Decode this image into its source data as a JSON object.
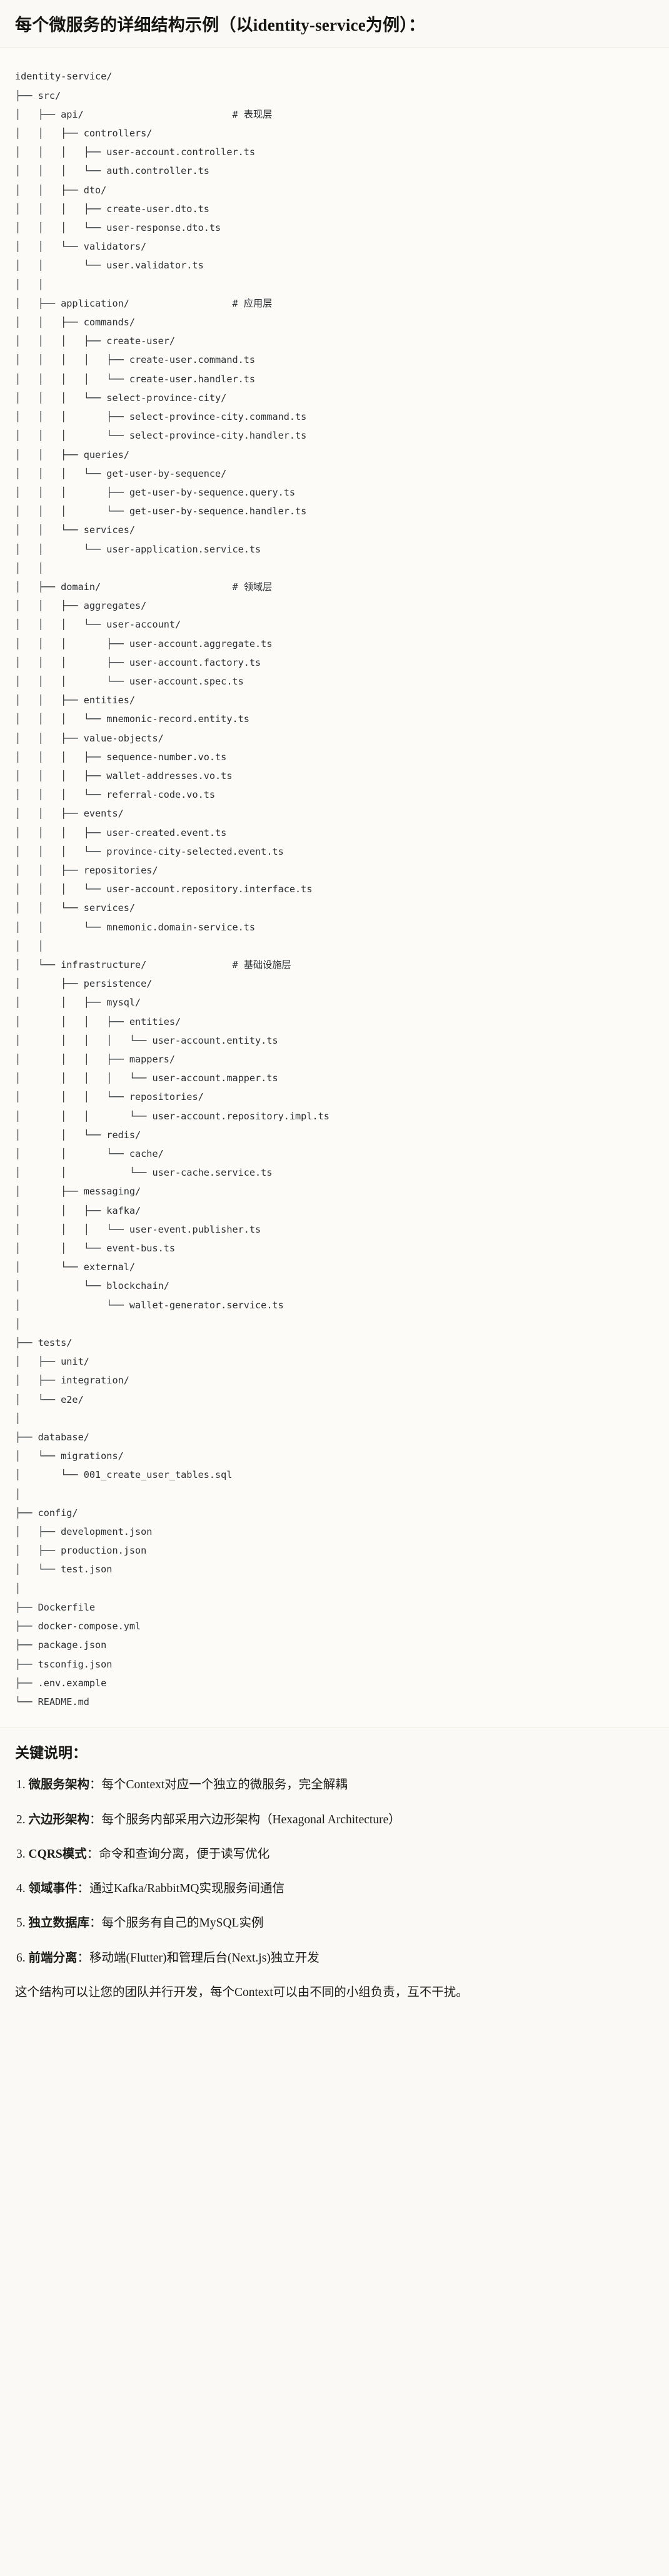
{
  "title": "每个微服务的详细结构示例（以identity-service为例）：",
  "tree": {
    "lines": [
      "identity-service/",
      "├── src/",
      "│   ├── api/                          # 表现层",
      "│   │   ├── controllers/",
      "│   │   │   ├── user-account.controller.ts",
      "│   │   │   └── auth.controller.ts",
      "│   │   ├── dto/",
      "│   │   │   ├── create-user.dto.ts",
      "│   │   │   └── user-response.dto.ts",
      "│   │   └── validators/",
      "│   │       └── user.validator.ts",
      "│   │",
      "│   ├── application/                  # 应用层",
      "│   │   ├── commands/",
      "│   │   │   ├── create-user/",
      "│   │   │   │   ├── create-user.command.ts",
      "│   │   │   │   └── create-user.handler.ts",
      "│   │   │   └── select-province-city/",
      "│   │   │       ├── select-province-city.command.ts",
      "│   │   │       └── select-province-city.handler.ts",
      "│   │   ├── queries/",
      "│   │   │   └── get-user-by-sequence/",
      "│   │   │       ├── get-user-by-sequence.query.ts",
      "│   │   │       └── get-user-by-sequence.handler.ts",
      "│   │   └── services/",
      "│   │       └── user-application.service.ts",
      "│   │",
      "│   ├── domain/                       # 领域层",
      "│   │   ├── aggregates/",
      "│   │   │   └── user-account/",
      "│   │   │       ├── user-account.aggregate.ts",
      "│   │   │       ├── user-account.factory.ts",
      "│   │   │       └── user-account.spec.ts",
      "│   │   ├── entities/",
      "│   │   │   └── mnemonic-record.entity.ts",
      "│   │   ├── value-objects/",
      "│   │   │   ├── sequence-number.vo.ts",
      "│   │   │   ├── wallet-addresses.vo.ts",
      "│   │   │   └── referral-code.vo.ts",
      "│   │   ├── events/",
      "│   │   │   ├── user-created.event.ts",
      "│   │   │   └── province-city-selected.event.ts",
      "│   │   ├── repositories/",
      "│   │   │   └── user-account.repository.interface.ts",
      "│   │   └── services/",
      "│   │       └── mnemonic.domain-service.ts",
      "│   │",
      "│   └── infrastructure/               # 基础设施层",
      "│       ├── persistence/",
      "│       │   ├── mysql/",
      "│       │   │   ├── entities/",
      "│       │   │   │   └── user-account.entity.ts",
      "│       │   │   ├── mappers/",
      "│       │   │   │   └── user-account.mapper.ts",
      "│       │   │   └── repositories/",
      "│       │   │       └── user-account.repository.impl.ts",
      "│       │   └── redis/",
      "│       │       └── cache/",
      "│       │           └── user-cache.service.ts",
      "│       ├── messaging/",
      "│       │   ├── kafka/",
      "│       │   │   └── user-event.publisher.ts",
      "│       │   └── event-bus.ts",
      "│       └── external/",
      "│           └── blockchain/",
      "│               └── wallet-generator.service.ts",
      "│",
      "├── tests/",
      "│   ├── unit/",
      "│   ├── integration/",
      "│   └── e2e/",
      "│",
      "├── database/",
      "│   └── migrations/",
      "│       └── 001_create_user_tables.sql",
      "│",
      "├── config/",
      "│   ├── development.json",
      "│   ├── production.json",
      "│   └── test.json",
      "│",
      "├── Dockerfile",
      "├── docker-compose.yml",
      "├── package.json",
      "├── tsconfig.json",
      "├── .env.example",
      "└── README.md"
    ]
  },
  "notes": {
    "heading": "关键说明：",
    "items": [
      {
        "term": "微服务架构",
        "desc": "：每个Context对应一个独立的微服务，完全解耦"
      },
      {
        "term": "六边形架构",
        "desc": "：每个服务内部采用六边形架构（Hexagonal Architecture）"
      },
      {
        "term": "CQRS模式",
        "desc": "：命令和查询分离，便于读写优化"
      },
      {
        "term": "领域事件",
        "desc": "：通过Kafka/RabbitMQ实现服务间通信"
      },
      {
        "term": "独立数据库",
        "desc": "：每个服务有自己的MySQL实例"
      },
      {
        "term": "前端分离",
        "desc": "：移动端(Flutter)和管理后台(Next.js)独立开发"
      }
    ],
    "closing": "这个结构可以让您的团队并行开发，每个Context可以由不同的小组负责，互不干扰。"
  }
}
